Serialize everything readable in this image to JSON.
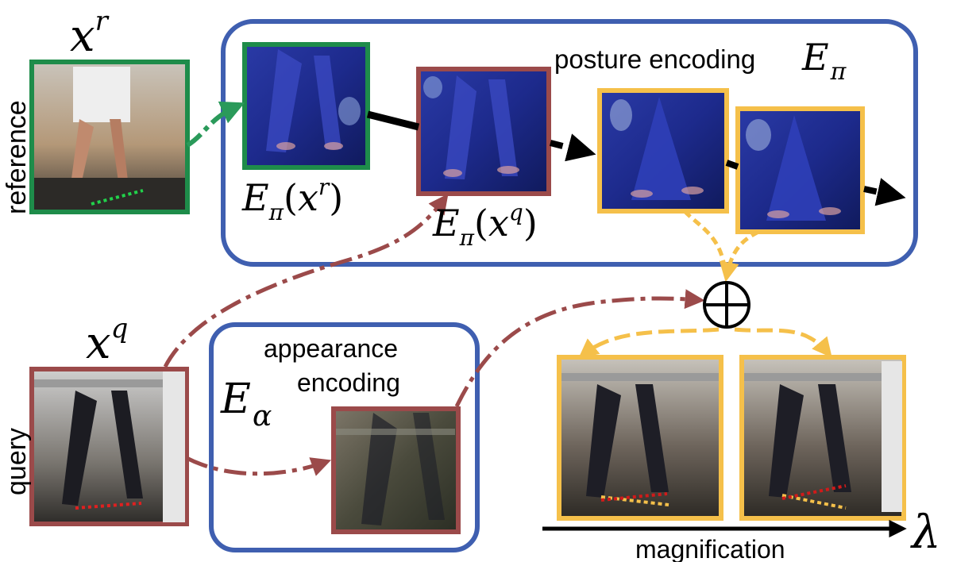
{
  "labels": {
    "reference_side": "reference",
    "query_side": "query",
    "posture_encoding_text": "posture encoding",
    "appearance_text": "appearance",
    "encoding_text": "encoding",
    "magnification": "magnification"
  },
  "math": {
    "x": "x",
    "sup_r": "r",
    "sup_q": "q",
    "E": "E",
    "sub_pi": "π",
    "sub_alpha": "α",
    "lparen": "(",
    "rparen": ")",
    "lambda": "λ",
    "oplus": "+"
  },
  "colors": {
    "reference_frame": "#1e8c4a",
    "query_frame": "#9b4a4a",
    "output_frame": "#f5c04a",
    "encoder_box": "#3f5fb0",
    "green_arrow": "#2a9a5a",
    "red_arrow": "#9b4a4a",
    "yellow_arrow": "#f5c04a",
    "black": "#000000"
  }
}
